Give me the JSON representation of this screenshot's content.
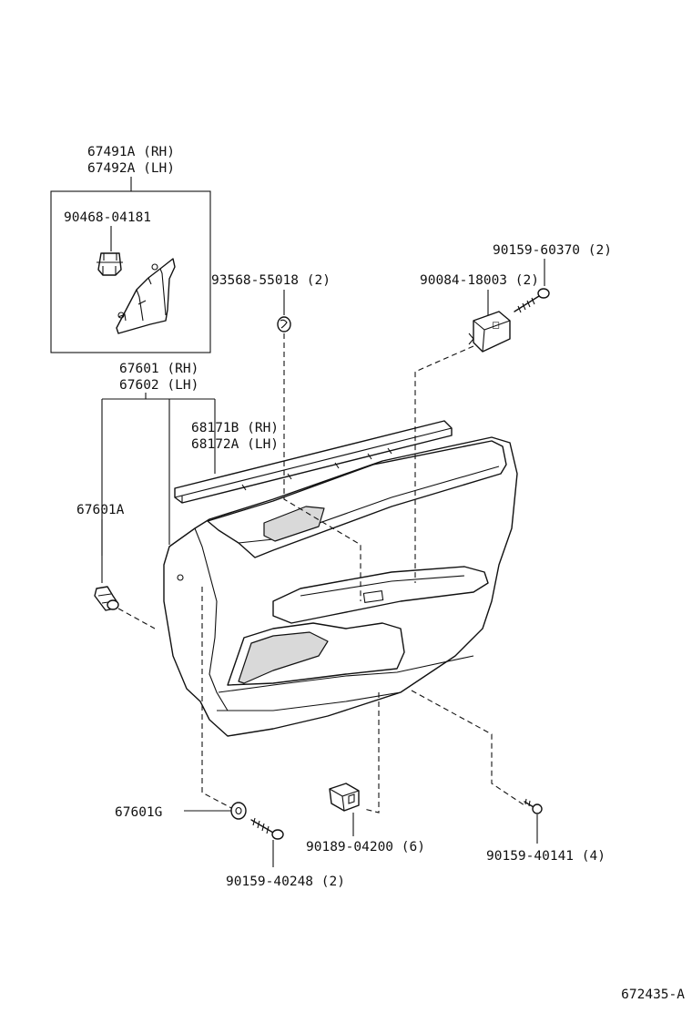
{
  "labels": {
    "armrest_base_rh": "67491A (RH)",
    "armrest_base_lh": "67492A (LH)",
    "clip_90468": "90468-04181",
    "screw_90159_60370": "90159-60370 (2)",
    "nut_93568": "93568-55018 (2)",
    "clip_90084": "90084-18003 (2)",
    "panel_rh": "67601 (RH)",
    "panel_lh": "67602 (LH)",
    "weatherstrip_rh": "68171B (RH)",
    "weatherstrip_lh": "68172A (LH)",
    "clip_67601a": "67601A",
    "cover_67601g": "67601G",
    "clip_90189": "90189-04200 (6)",
    "screw_90159_40141": "90159-40141 (4)",
    "screw_90159_40248": "90159-40248 (2)"
  },
  "diagram_id": "672435-A"
}
